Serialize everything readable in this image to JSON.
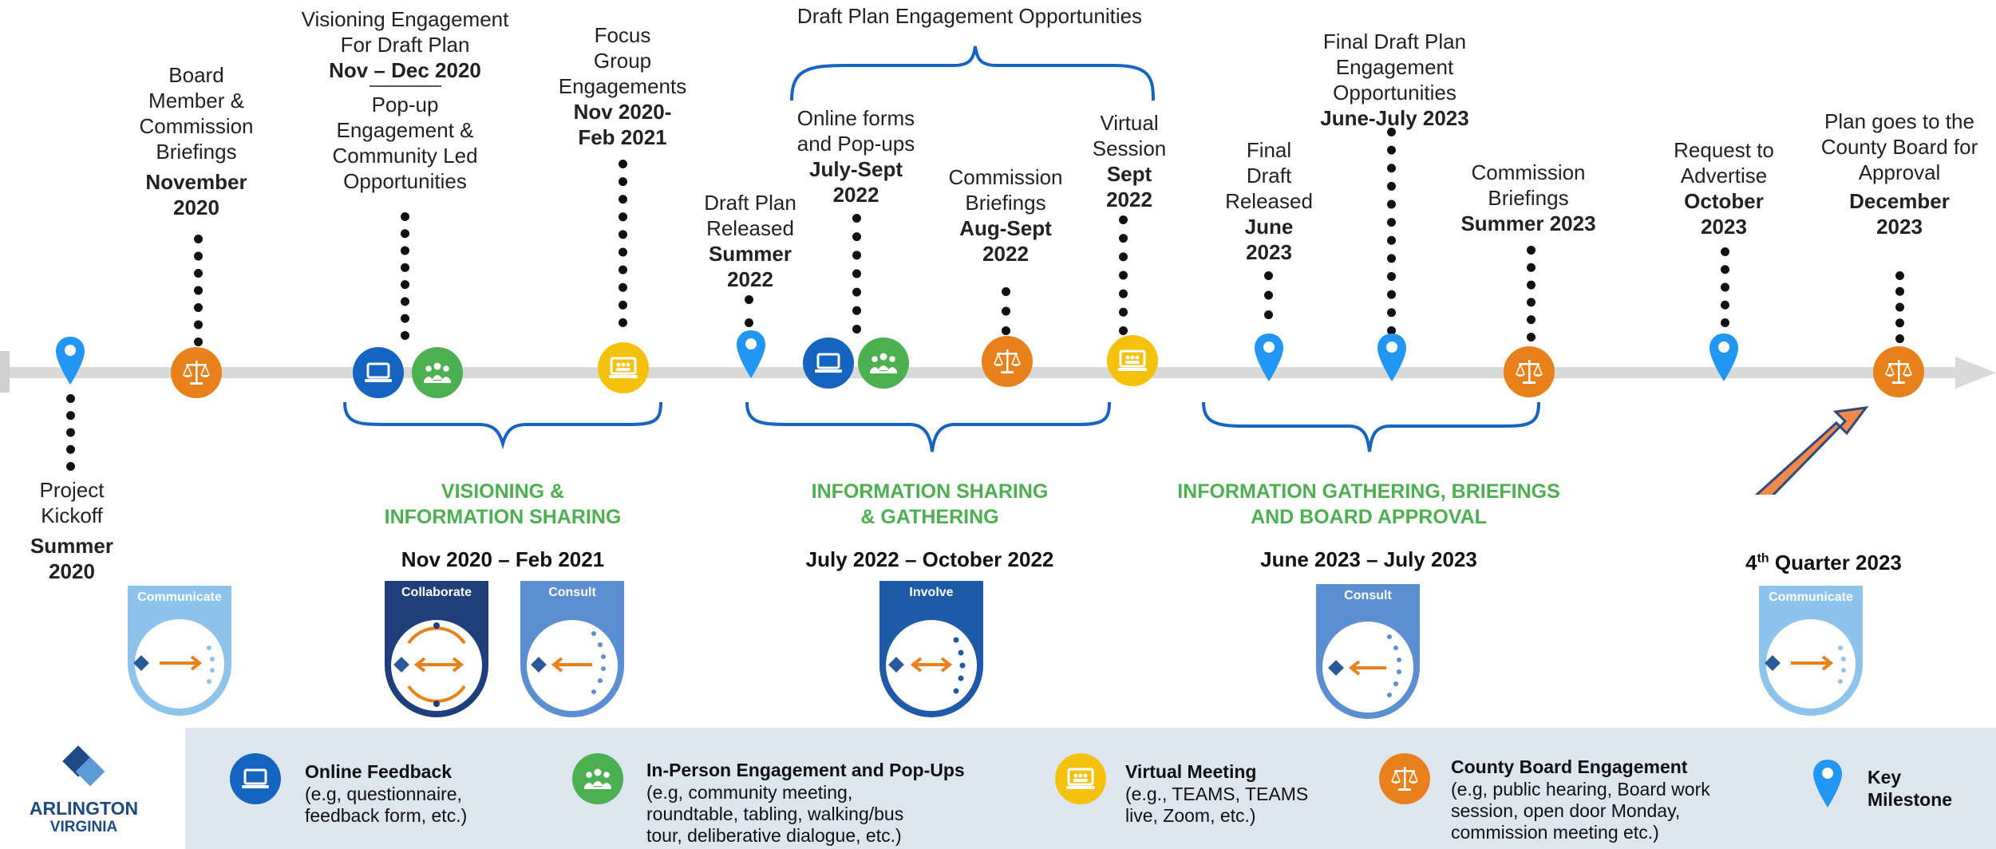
{
  "colors": {
    "laptop": "#1565c0",
    "inperson": "#4caf50",
    "virtual": "#f4c20d",
    "board": "#e8811c",
    "pin": "#2196f3",
    "phase_text": "#4caf50",
    "brace": "#1565c0",
    "legend_bg": "#dde5ef",
    "arrow": "#f08a4b"
  },
  "top_header": "Draft Plan Engagement Opportunities",
  "milestones": {
    "kickoff": {
      "l1": "Project",
      "l2": "Kickoff",
      "b1": "Summer",
      "b2": "2020"
    },
    "board_nov": {
      "l1": "Board",
      "l2": "Member &",
      "l3": "Commission",
      "l4": "Briefings",
      "b1": "November",
      "b2": "2020"
    },
    "visioning": {
      "l1": "Visioning Engagement",
      "l2": "For Draft Plan",
      "b1": "Nov – Dec 2020",
      "l3": "Pop-up",
      "l4": "Engagement &",
      "l5": "Community Led",
      "l6": "Opportunities"
    },
    "focus": {
      "l1": "Focus",
      "l2": "Group",
      "l3": "Engagements",
      "b1": "Nov 2020-",
      "b2": "Feb 2021"
    },
    "draft_released": {
      "l1": "Draft Plan",
      "l2": "Released",
      "b1": "Summer",
      "b2": "2022"
    },
    "online_forms": {
      "l1": "Online forms",
      "l2": "and Pop-ups",
      "b1": "July-Sept",
      "b2": "2022"
    },
    "comm_2022": {
      "l1": "Commission",
      "l2": "Briefings",
      "b1": "Aug-Sept",
      "b2": "2022"
    },
    "virtual_session": {
      "l1": "Virtual",
      "l2": "Session",
      "b1": "Sept",
      "b2": "2022"
    },
    "final_draft": {
      "l1": "Final",
      "l2": "Draft",
      "l3": "Released",
      "b1": "June",
      "b2": "2023"
    },
    "final_engagement": {
      "l1": "Final Draft Plan",
      "l2": "Engagement",
      "l3": "Opportunities",
      "b1": "June-July 2023"
    },
    "comm_2023": {
      "l1": "Commission",
      "l2": "Briefings",
      "b1": "Summer 2023"
    },
    "advertise": {
      "l1": "Request to",
      "l2": "Advertise",
      "b1": "October",
      "b2": "2023"
    },
    "approval": {
      "l1": "Plan goes to the",
      "l2": "County Board for",
      "l3": "Approval",
      "b1": "December",
      "b2": "2023"
    }
  },
  "phases": [
    {
      "l1": "VISIONING &",
      "l2": "INFORMATION SHARING",
      "range": "Nov 2020  – Feb  2021"
    },
    {
      "l1": "INFORMATION SHARING",
      "l2": "& GATHERING",
      "range": "July 2022 – October 2022"
    },
    {
      "l1": "INFORMATION GATHERING, BRIEFINGS",
      "l2": "AND BOARD APPROVAL",
      "range": "June 2023  – July  2023"
    }
  ],
  "quarter": {
    "main": "4",
    "sup": "th",
    "rest": " Quarter 2023"
  },
  "badges": {
    "communicate": "Communicate",
    "collaborate": "Collaborate",
    "consult": "Consult",
    "involve": "Involve"
  },
  "legend": {
    "online": {
      "title": "Online Feedback",
      "d1": "(e.g, questionnaire,",
      "d2": "feedback form, etc.)"
    },
    "inperson": {
      "title": "In-Person Engagement and Pop-Ups",
      "d1": "(e.g, community meeting,",
      "d2": "roundtable, tabling, walking/bus",
      "d3": "tour, deliberative dialogue, etc.)"
    },
    "virtual": {
      "title": "Virtual Meeting",
      "d1": "(e.g., TEAMS, TEAMS",
      "d2": "live, Zoom, etc.)"
    },
    "board": {
      "title": "County Board Engagement",
      "d1": "(e.g, public hearing, Board work",
      "d2": "session, open door Monday,",
      "d3": "commission meeting etc.)"
    },
    "milestone": {
      "t1": "Key",
      "t2": "Milestone"
    }
  },
  "logo": {
    "name": "ARLINGTON",
    "sub": "VIRGINIA"
  }
}
